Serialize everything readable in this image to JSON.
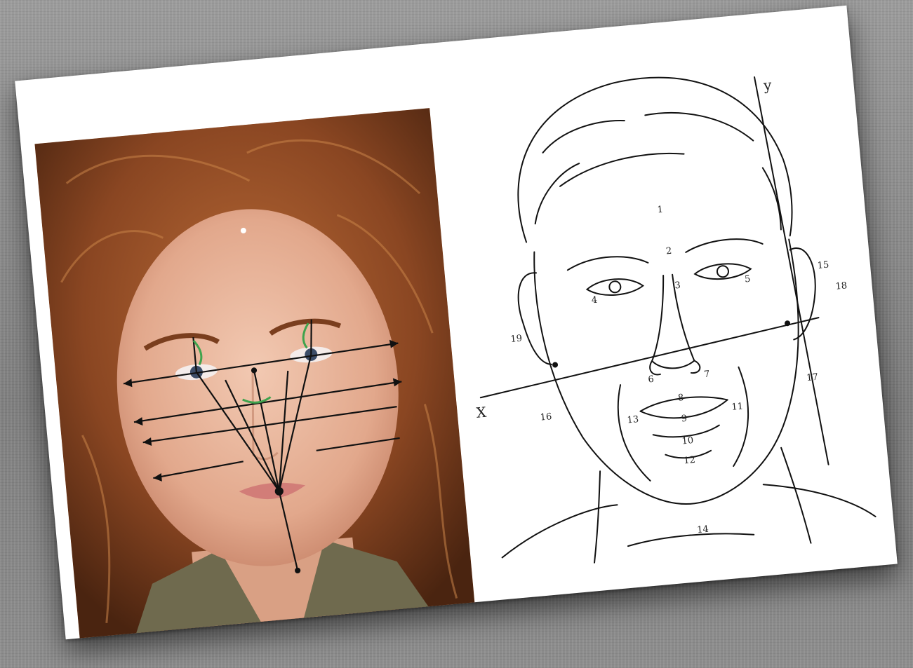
{
  "sketch": {
    "axis_x_label": "X",
    "axis_y_label": "y",
    "point_labels": [
      "1",
      "2",
      "3",
      "4",
      "5",
      "6",
      "7",
      "8",
      "9",
      "10",
      "11",
      "12",
      "13",
      "14",
      "15",
      "16",
      "17",
      "18",
      "19"
    ]
  },
  "colors": {
    "background": "#8f8f8f",
    "card": "#ffffff",
    "hair": "#8a4a22",
    "skin": "#e9b8a0",
    "lines": "#111111",
    "accent_green": "#3fa34d"
  }
}
